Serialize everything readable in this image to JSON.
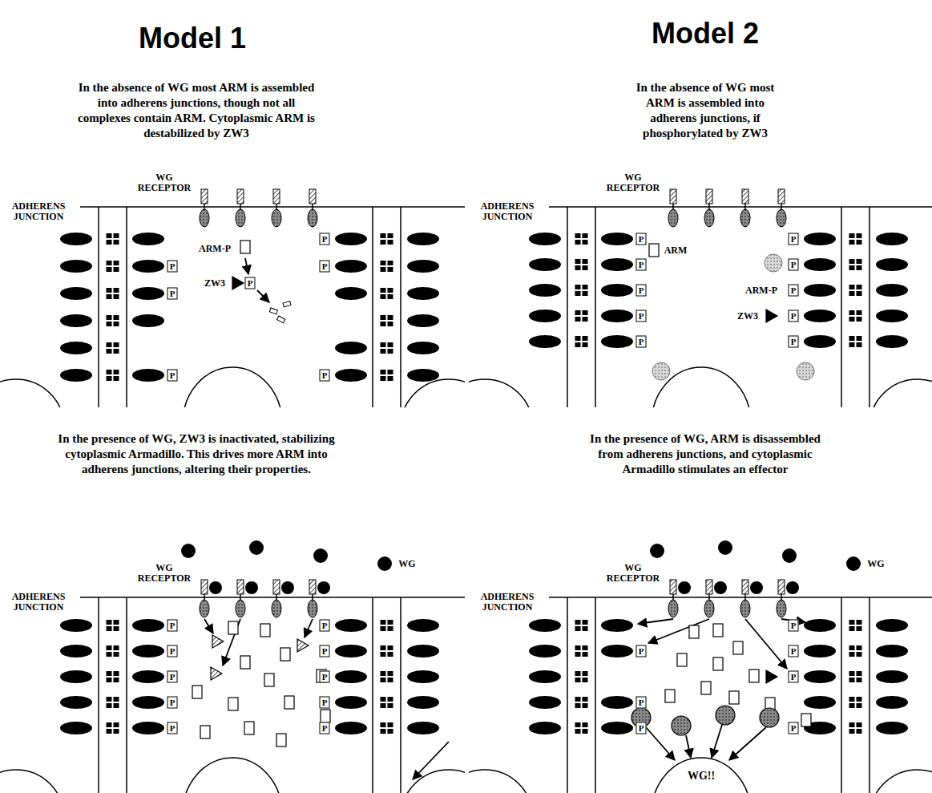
{
  "diagram": {
    "labels": [
      "Model 1",
      "Model 2",
      "In the absence of WG most ARM is assembled into adherens junctions, though not all complexes contain ARM. Cytoplasmic ARM is destabilized by ZW3",
      "In the absence of WG most ARM is assembled into adherens junctions, if phosphorylated by ZW3",
      "WG RECEPTOR",
      "ADHERENS JUNCTION",
      "P",
      "P",
      "P",
      "P",
      "P",
      "P",
      "ARM-P",
      "ZW3",
      "P",
      "WG RECEPTOR",
      "ADHERENS JUNCTION",
      "ARM",
      "P",
      "P",
      "P",
      "P",
      "P",
      "P",
      "P",
      "ARM-P",
      "P",
      "ZW3",
      "P",
      "P",
      "In the presence of WG, ZW3 is inactivated, stabilizing cytoplasmic Armadillo. This drives more ARM into adherens junctions, altering their properties.",
      "In the presence of WG, ARM is disassembled from adherens junctions, and cytoplasmic Armadillo stimulates an effector",
      "WG",
      "WG RECEPTOR",
      "ADHERENS JUNCTION",
      "P",
      "P",
      "P",
      "P",
      "P",
      "P",
      "P",
      "P",
      "P",
      "P",
      "WG",
      "WG RECEPTOR",
      "ADHERENS JUNCTION",
      "P",
      "P",
      "P",
      "P",
      "P",
      "P",
      "P",
      "WG!!"
    ]
  }
}
